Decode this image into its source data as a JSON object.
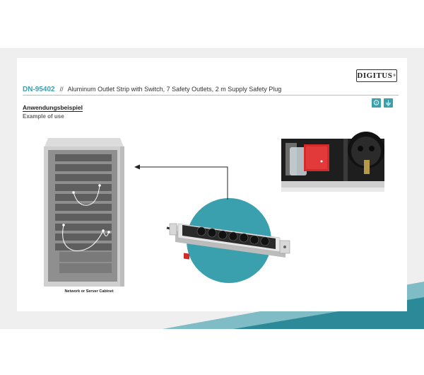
{
  "brand": {
    "logo_text": "DIGITUS",
    "reg_mark": "®"
  },
  "product": {
    "code": "DN-95402",
    "separator": "//",
    "description": "Aluminum Outlet Strip with Switch, 7 Safety Outlets, 2 m Supply Safety Plug"
  },
  "section": {
    "title": "Anwendungsbeispiel",
    "subtitle": "Example of use"
  },
  "illustration": {
    "cabinet_label": "Network or Server Cabinet"
  },
  "certifications": [
    {
      "icon": "safety-cert-icon"
    },
    {
      "icon": "grounded-icon"
    }
  ],
  "colors": {
    "accent": "#3aa0ad",
    "switch": "#d42a2a"
  }
}
